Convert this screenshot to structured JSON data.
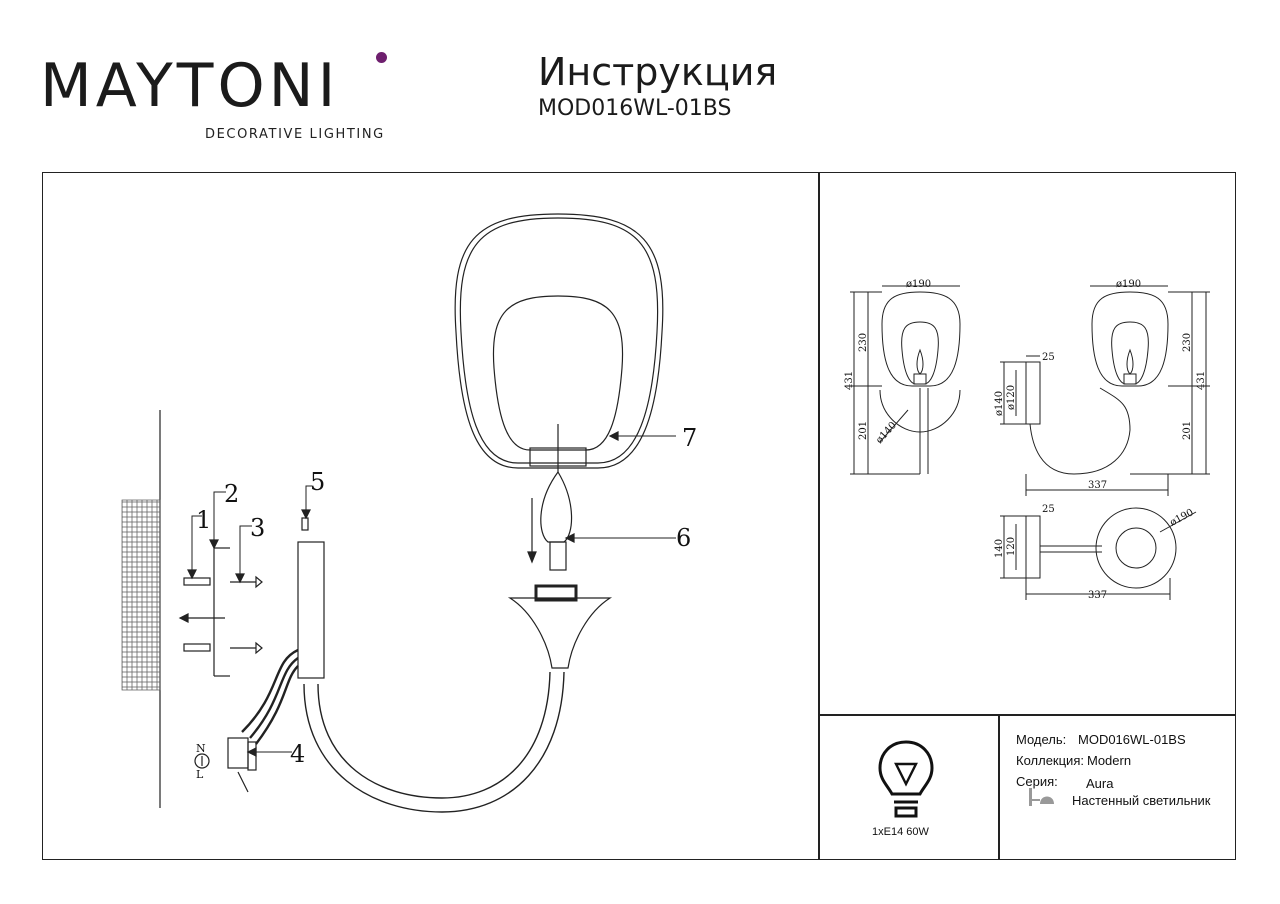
{
  "header": {
    "brand": "MAYTONI",
    "brand_tagline": "DECORATIVE LIGHTING",
    "title": "Инструкция",
    "model_code": "MOD016WL-01BS"
  },
  "assembly": {
    "callouts": [
      "1",
      "2",
      "3",
      "4",
      "5",
      "6",
      "7"
    ],
    "wiring_labels": [
      "N",
      "L"
    ]
  },
  "dimensions": {
    "front": {
      "diameter": "ø190",
      "shade_height": "230",
      "total_height": "431",
      "arm_height": "201",
      "base_diameter": "ø140"
    },
    "side": {
      "diameter": "ø190",
      "plate_depth": "25",
      "plate_outer": "ø140",
      "plate_inner": "ø120",
      "shade_height": "230",
      "total_height": "431",
      "arm_height": "201",
      "depth": "337"
    },
    "top": {
      "plate_depth": "25",
      "plate_outer": "140",
      "plate_inner": "120",
      "diameter": "ø190",
      "depth": "337"
    }
  },
  "bulb": {
    "spec": "1xE14 60W"
  },
  "specs": {
    "model_label": "Модель:",
    "model_value": "MOD016WL-01BS",
    "collection_label": "Коллекция:",
    "collection_value": "Modern",
    "series_label": "Серия:",
    "series_value": "Aura",
    "type_value": "Настенный светильник"
  },
  "colors": {
    "accent": "#6e1f6e",
    "line": "#222222"
  }
}
